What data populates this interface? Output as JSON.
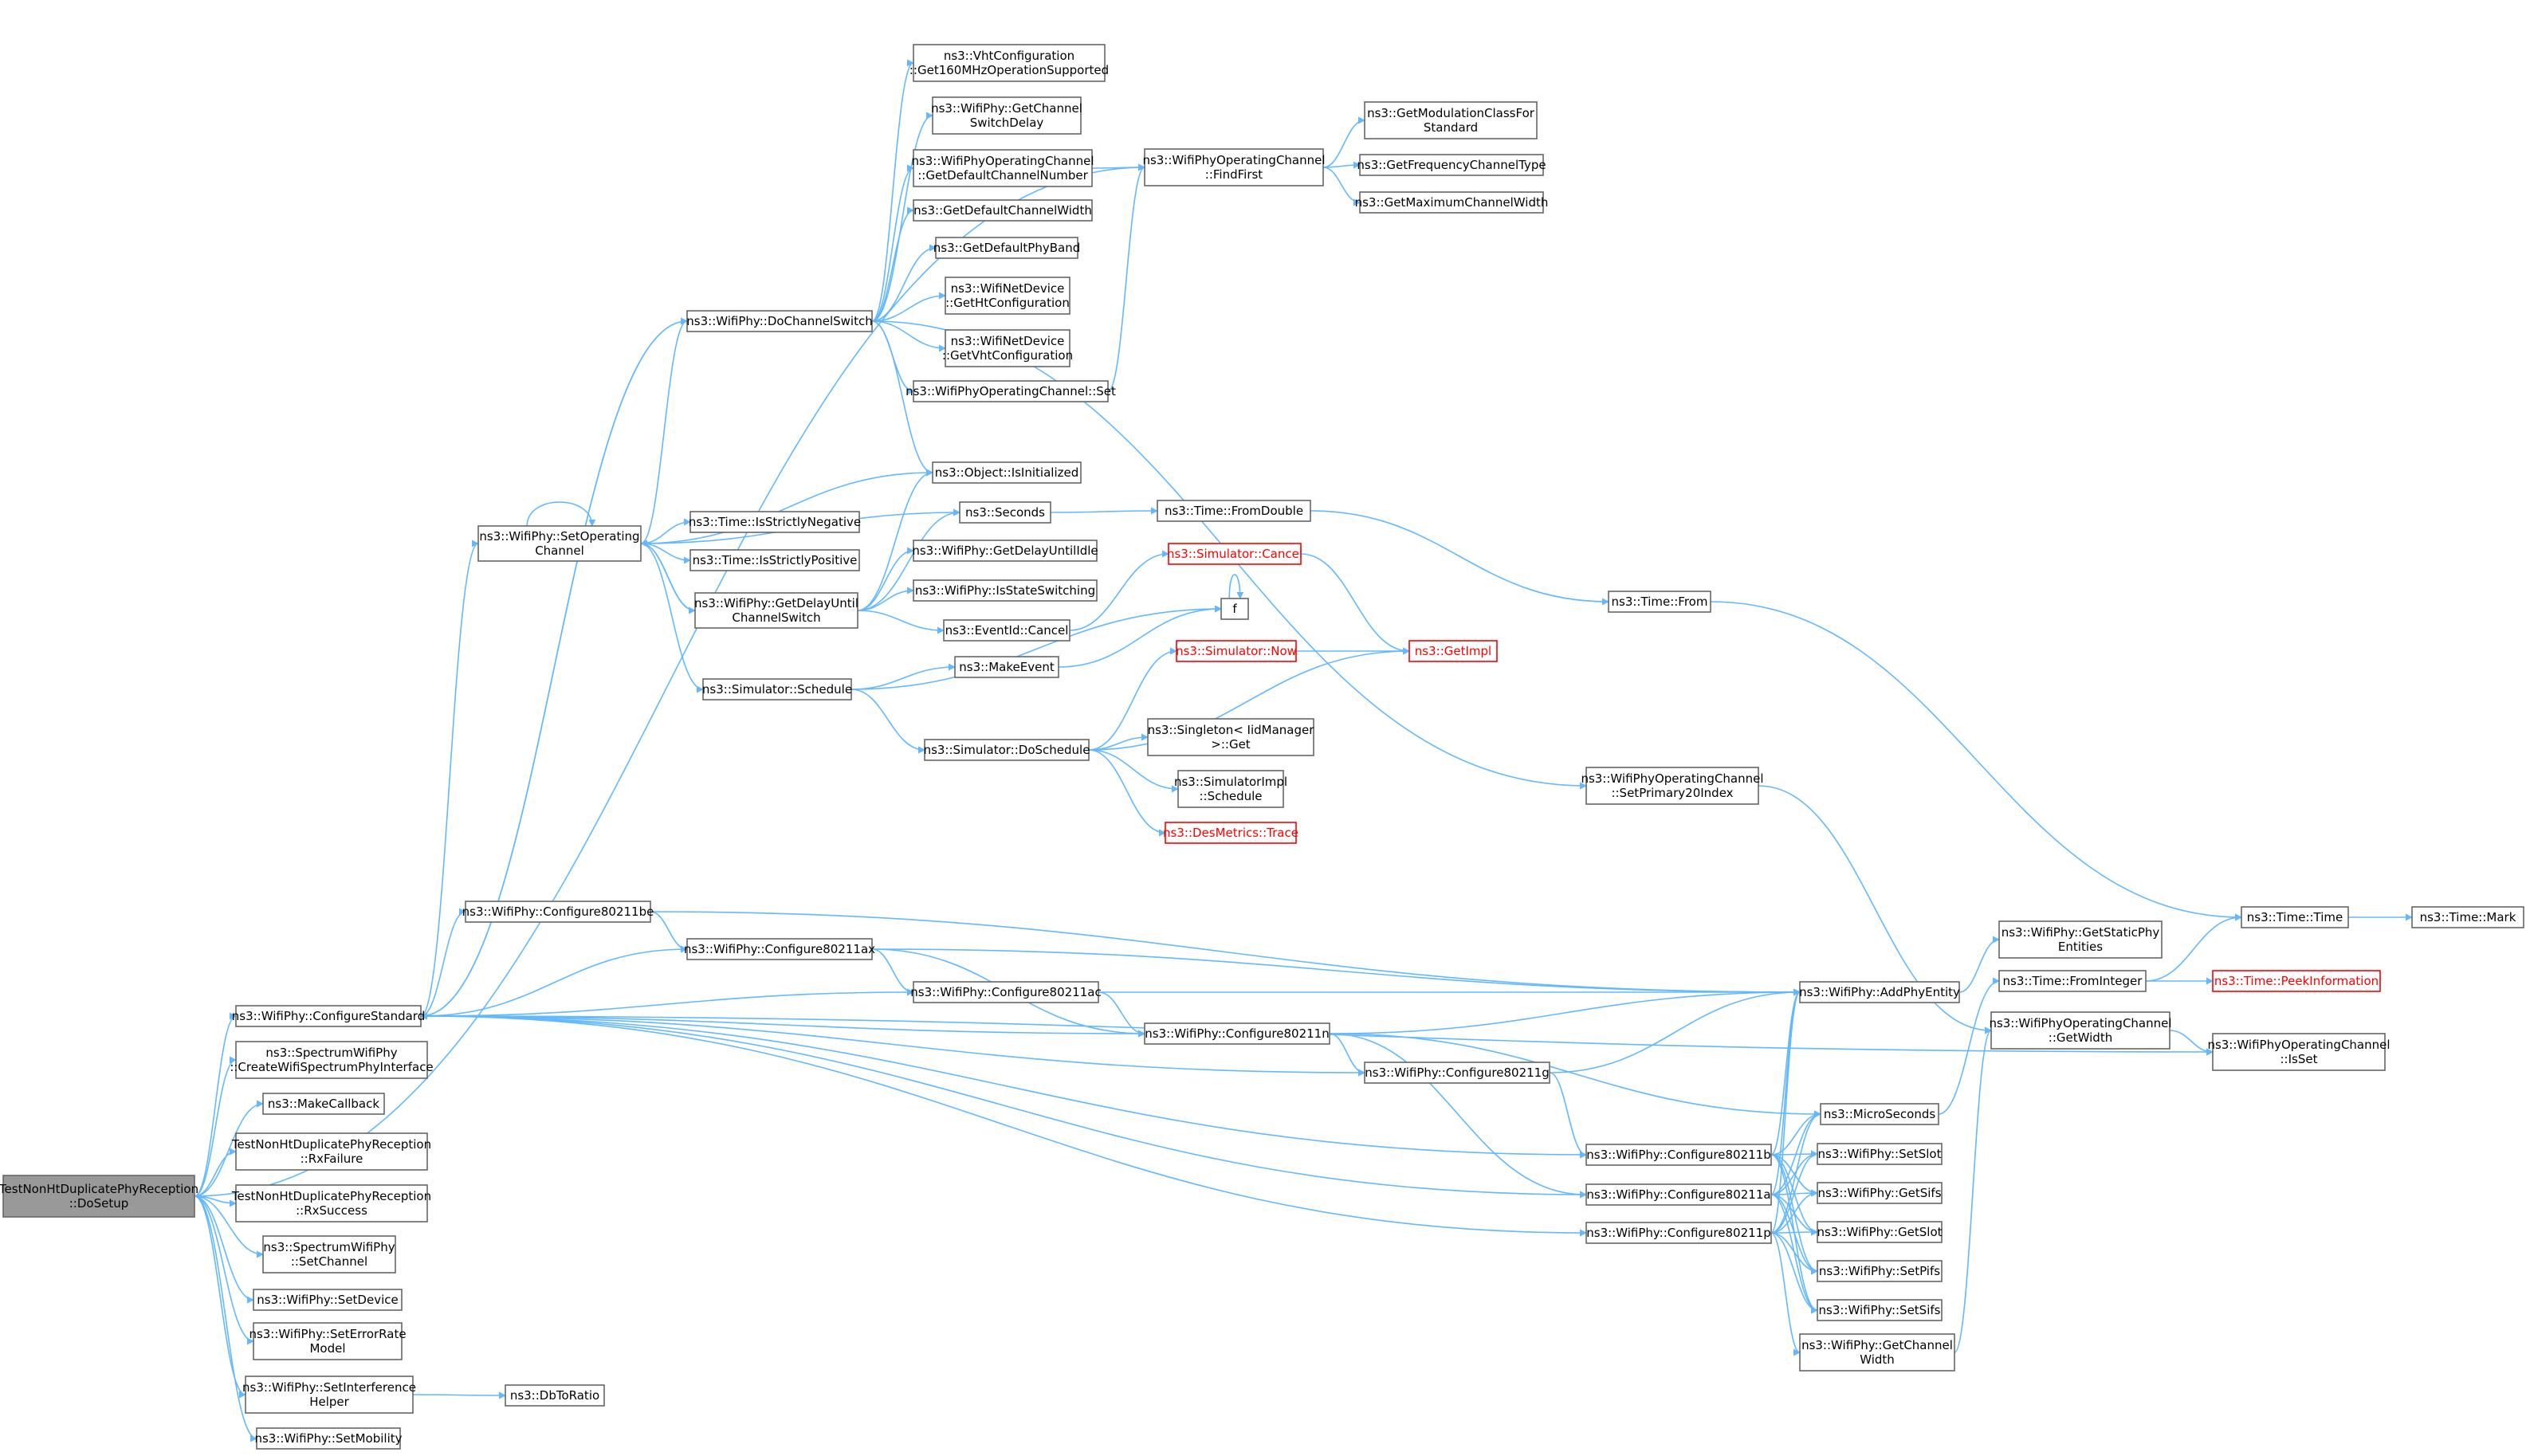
{
  "diagram": {
    "colors": {
      "edge": "#63b8ff",
      "node_border": "#666666",
      "node_fill": "#ffffff",
      "root_fill": "#999999",
      "missing_border": "#ff0000",
      "missing_text": "#ff0000"
    },
    "nodes": [
      {
        "id": "root",
        "lines": [
          "TestNonHtDuplicatePhyReception",
          "::DoSetup"
        ],
        "style": "root"
      },
      {
        "id": "configStd",
        "lines": [
          "ns3::WifiPhy::ConfigureStandard"
        ],
        "style": "normal"
      },
      {
        "id": "createIf",
        "lines": [
          "ns3::SpectrumWifiPhy",
          "::CreateWifiSpectrumPhyInterface"
        ],
        "style": "normal"
      },
      {
        "id": "makeCb",
        "lines": [
          "ns3::MakeCallback"
        ],
        "style": "normal"
      },
      {
        "id": "rxFail",
        "lines": [
          "TestNonHtDuplicatePhyReception",
          "::RxFailure"
        ],
        "style": "normal"
      },
      {
        "id": "rxSucc",
        "lines": [
          "TestNonHtDuplicatePhyReception",
          "::RxSuccess"
        ],
        "style": "normal"
      },
      {
        "id": "setChan",
        "lines": [
          "ns3::SpectrumWifiPhy",
          "::SetChannel"
        ],
        "style": "normal"
      },
      {
        "id": "setDev",
        "lines": [
          "ns3::WifiPhy::SetDevice"
        ],
        "style": "normal"
      },
      {
        "id": "setErr",
        "lines": [
          "ns3::WifiPhy::SetErrorRate",
          "Model"
        ],
        "style": "normal"
      },
      {
        "id": "setIntf",
        "lines": [
          "ns3::WifiPhy::SetInterference",
          "Helper"
        ],
        "style": "normal"
      },
      {
        "id": "setMob",
        "lines": [
          "ns3::WifiPhy::SetMobility"
        ],
        "style": "normal"
      },
      {
        "id": "dbToRatio",
        "lines": [
          "ns3::DbToRatio"
        ],
        "style": "normal"
      },
      {
        "id": "setOpCh",
        "lines": [
          "ns3::WifiPhy::SetOperating",
          "Channel"
        ],
        "style": "normal"
      },
      {
        "id": "c80211be",
        "lines": [
          "ns3::WifiPhy::Configure80211be"
        ],
        "style": "normal"
      },
      {
        "id": "c80211ax",
        "lines": [
          "ns3::WifiPhy::Configure80211ax"
        ],
        "style": "normal"
      },
      {
        "id": "c80211ac",
        "lines": [
          "ns3::WifiPhy::Configure80211ac"
        ],
        "style": "normal"
      },
      {
        "id": "c80211n",
        "lines": [
          "ns3::WifiPhy::Configure80211n"
        ],
        "style": "normal"
      },
      {
        "id": "c80211g",
        "lines": [
          "ns3::WifiPhy::Configure80211g"
        ],
        "style": "normal"
      },
      {
        "id": "c80211b",
        "lines": [
          "ns3::WifiPhy::Configure80211b"
        ],
        "style": "normal"
      },
      {
        "id": "c80211a",
        "lines": [
          "ns3::WifiPhy::Configure80211a"
        ],
        "style": "normal"
      },
      {
        "id": "c80211p",
        "lines": [
          "ns3::WifiPhy::Configure80211p"
        ],
        "style": "normal"
      },
      {
        "id": "doChSw",
        "lines": [
          "ns3::WifiPhy::DoChannelSwitch"
        ],
        "style": "normal"
      },
      {
        "id": "vht160",
        "lines": [
          "ns3::VhtConfiguration",
          "::Get160MHzOperationSupported"
        ],
        "style": "normal"
      },
      {
        "id": "getChSwDelay",
        "lines": [
          "ns3::WifiPhy::GetChannel",
          "SwitchDelay"
        ],
        "style": "normal"
      },
      {
        "id": "getDefChNum",
        "lines": [
          "ns3::WifiPhyOperatingChannel",
          "::GetDefaultChannelNumber"
        ],
        "style": "normal"
      },
      {
        "id": "getDefChW",
        "lines": [
          "ns3::GetDefaultChannelWidth"
        ],
        "style": "normal"
      },
      {
        "id": "getDefBand",
        "lines": [
          "ns3::GetDefaultPhyBand"
        ],
        "style": "normal"
      },
      {
        "id": "getHtCfg",
        "lines": [
          "ns3::WifiNetDevice",
          "::GetHtConfiguration"
        ],
        "style": "normal"
      },
      {
        "id": "getVhtCfg",
        "lines": [
          "ns3::WifiNetDevice",
          "::GetVhtConfiguration"
        ],
        "style": "normal"
      },
      {
        "id": "opChSet",
        "lines": [
          "ns3::WifiPhyOperatingChannel::Set"
        ],
        "style": "normal"
      },
      {
        "id": "isInit",
        "lines": [
          "ns3::Object::IsInitialized"
        ],
        "style": "normal"
      },
      {
        "id": "seconds",
        "lines": [
          "ns3::Seconds"
        ],
        "style": "normal"
      },
      {
        "id": "isNeg",
        "lines": [
          "ns3::Time::IsStrictlyNegative"
        ],
        "style": "normal"
      },
      {
        "id": "isPos",
        "lines": [
          "ns3::Time::IsStrictlyPositive"
        ],
        "style": "normal"
      },
      {
        "id": "getDelay",
        "lines": [
          "ns3::WifiPhy::GetDelayUntil",
          "ChannelSwitch"
        ],
        "style": "normal"
      },
      {
        "id": "getDelayIdle",
        "lines": [
          "ns3::WifiPhy::GetDelayUntilIdle"
        ],
        "style": "normal"
      },
      {
        "id": "isSwitching",
        "lines": [
          "ns3::WifiPhy::IsStateSwitching"
        ],
        "style": "normal"
      },
      {
        "id": "evCancel",
        "lines": [
          "ns3::EventId::Cancel"
        ],
        "style": "normal"
      },
      {
        "id": "schedule",
        "lines": [
          "ns3::Simulator::Schedule"
        ],
        "style": "normal"
      },
      {
        "id": "makeEvent",
        "lines": [
          "ns3::MakeEvent"
        ],
        "style": "normal"
      },
      {
        "id": "doSchedule",
        "lines": [
          "ns3::Simulator::DoSchedule"
        ],
        "style": "normal"
      },
      {
        "id": "findFirst",
        "lines": [
          "ns3::WifiPhyOperatingChannel",
          "::FindFirst"
        ],
        "style": "normal"
      },
      {
        "id": "getModClass",
        "lines": [
          "ns3::GetModulationClassFor",
          "Standard"
        ],
        "style": "normal"
      },
      {
        "id": "getFreqType",
        "lines": [
          "ns3::GetFrequencyChannelType"
        ],
        "style": "normal"
      },
      {
        "id": "getMaxW",
        "lines": [
          "ns3::GetMaximumChannelWidth"
        ],
        "style": "normal"
      },
      {
        "id": "fromDouble",
        "lines": [
          "ns3::Time::FromDouble"
        ],
        "style": "normal"
      },
      {
        "id": "simCancel",
        "lines": [
          "ns3::Simulator::Cancel"
        ],
        "style": "missing"
      },
      {
        "id": "f",
        "lines": [
          "f"
        ],
        "style": "normal"
      },
      {
        "id": "simNow",
        "lines": [
          "ns3::Simulator::Now"
        ],
        "style": "missing"
      },
      {
        "id": "getImpl",
        "lines": [
          "ns3::GetImpl"
        ],
        "style": "missing"
      },
      {
        "id": "timeFrom",
        "lines": [
          "ns3::Time::From"
        ],
        "style": "normal"
      },
      {
        "id": "singleton",
        "lines": [
          "ns3::Singleton< IidManager",
          " >::Get"
        ],
        "style": "normal"
      },
      {
        "id": "simImplSched",
        "lines": [
          "ns3::SimulatorImpl",
          "::Schedule"
        ],
        "style": "normal"
      },
      {
        "id": "desTrace",
        "lines": [
          "ns3::DesMetrics::Trace"
        ],
        "style": "missing"
      },
      {
        "id": "setPrim20",
        "lines": [
          "ns3::WifiPhyOperatingChannel",
          "::SetPrimary20Index"
        ],
        "style": "normal"
      },
      {
        "id": "addPhy",
        "lines": [
          "ns3::WifiPhy::AddPhyEntity"
        ],
        "style": "normal"
      },
      {
        "id": "getStaticPhy",
        "lines": [
          "ns3::WifiPhy::GetStaticPhy",
          "Entities"
        ],
        "style": "normal"
      },
      {
        "id": "fromInteger",
        "lines": [
          "ns3::Time::FromInteger"
        ],
        "style": "normal"
      },
      {
        "id": "opGetWidth",
        "lines": [
          "ns3::WifiPhyOperatingChannel",
          "::GetWidth"
        ],
        "style": "normal"
      },
      {
        "id": "isSet",
        "lines": [
          "ns3::WifiPhyOperatingChannel",
          "::IsSet"
        ],
        "style": "normal"
      },
      {
        "id": "timeTime",
        "lines": [
          "ns3::Time::Time"
        ],
        "style": "normal"
      },
      {
        "id": "timeMark",
        "lines": [
          "ns3::Time::Mark"
        ],
        "style": "normal"
      },
      {
        "id": "peekInfo",
        "lines": [
          "ns3::Time::PeekInformation"
        ],
        "style": "missing"
      },
      {
        "id": "micro",
        "lines": [
          "ns3::MicroSeconds"
        ],
        "style": "normal"
      },
      {
        "id": "setSlot",
        "lines": [
          "ns3::WifiPhy::SetSlot"
        ],
        "style": "normal"
      },
      {
        "id": "getSifs",
        "lines": [
          "ns3::WifiPhy::GetSifs"
        ],
        "style": "normal"
      },
      {
        "id": "getSlot",
        "lines": [
          "ns3::WifiPhy::GetSlot"
        ],
        "style": "normal"
      },
      {
        "id": "setPifs",
        "lines": [
          "ns3::WifiPhy::SetPifs"
        ],
        "style": "normal"
      },
      {
        "id": "setSifs",
        "lines": [
          "ns3::WifiPhy::SetSifs"
        ],
        "style": "normal"
      },
      {
        "id": "getChW",
        "lines": [
          "ns3::WifiPhy::GetChannel",
          "Width"
        ],
        "style": "normal"
      }
    ],
    "edges": [
      [
        "root",
        "configStd"
      ],
      [
        "root",
        "createIf"
      ],
      [
        "root",
        "makeCb"
      ],
      [
        "root",
        "rxFail"
      ],
      [
        "root",
        "rxSucc"
      ],
      [
        "root",
        "setChan"
      ],
      [
        "root",
        "setDev"
      ],
      [
        "root",
        "setErr"
      ],
      [
        "root",
        "setIntf"
      ],
      [
        "root",
        "setMob"
      ],
      [
        "root",
        "findFirst"
      ],
      [
        "setIntf",
        "dbToRatio"
      ],
      [
        "configStd",
        "setOpCh"
      ],
      [
        "configStd",
        "doChSw"
      ],
      [
        "configStd",
        "c80211be"
      ],
      [
        "configStd",
        "c80211ax"
      ],
      [
        "configStd",
        "c80211ac"
      ],
      [
        "configStd",
        "c80211n"
      ],
      [
        "configStd",
        "c80211g"
      ],
      [
        "configStd",
        "c80211b"
      ],
      [
        "configStd",
        "c80211a"
      ],
      [
        "configStd",
        "c80211p"
      ],
      [
        "configStd",
        "isSet"
      ],
      [
        "doChSw",
        "vht160"
      ],
      [
        "doChSw",
        "getChSwDelay"
      ],
      [
        "doChSw",
        "getDefChNum"
      ],
      [
        "doChSw",
        "getDefChW"
      ],
      [
        "doChSw",
        "getDefBand"
      ],
      [
        "doChSw",
        "getHtCfg"
      ],
      [
        "doChSw",
        "getVhtCfg"
      ],
      [
        "doChSw",
        "opChSet"
      ],
      [
        "doChSw",
        "isInit"
      ],
      [
        "doChSw",
        "setPrim20"
      ],
      [
        "doChSw",
        "configStd"
      ],
      [
        "getDefChNum",
        "findFirst"
      ],
      [
        "opChSet",
        "findFirst"
      ],
      [
        "findFirst",
        "getModClass"
      ],
      [
        "findFirst",
        "getFreqType"
      ],
      [
        "findFirst",
        "getMaxW"
      ],
      [
        "setOpCh",
        "setOpCh"
      ],
      [
        "setOpCh",
        "doChSw"
      ],
      [
        "setOpCh",
        "isInit"
      ],
      [
        "setOpCh",
        "seconds"
      ],
      [
        "setOpCh",
        "isNeg"
      ],
      [
        "setOpCh",
        "isPos"
      ],
      [
        "setOpCh",
        "getDelay"
      ],
      [
        "setOpCh",
        "schedule"
      ],
      [
        "getDelay",
        "isInit"
      ],
      [
        "getDelay",
        "seconds"
      ],
      [
        "getDelay",
        "getDelayIdle"
      ],
      [
        "getDelay",
        "isSwitching"
      ],
      [
        "getDelay",
        "evCancel"
      ],
      [
        "getDelay",
        "setOpCh"
      ],
      [
        "seconds",
        "fromDouble"
      ],
      [
        "fromDouble",
        "timeFrom"
      ],
      [
        "timeFrom",
        "timeTime"
      ],
      [
        "evCancel",
        "simCancel"
      ],
      [
        "simCancel",
        "getImpl"
      ],
      [
        "schedule",
        "makeEvent"
      ],
      [
        "schedule",
        "doSchedule"
      ],
      [
        "schedule",
        "f"
      ],
      [
        "makeEvent",
        "f"
      ],
      [
        "f",
        "f"
      ],
      [
        "doSchedule",
        "simNow"
      ],
      [
        "doSchedule",
        "getImpl"
      ],
      [
        "doSchedule",
        "singleton"
      ],
      [
        "doSchedule",
        "simImplSched"
      ],
      [
        "doSchedule",
        "desTrace"
      ],
      [
        "simNow",
        "getImpl"
      ],
      [
        "setPrim20",
        "opGetWidth"
      ],
      [
        "c80211be",
        "c80211ax"
      ],
      [
        "c80211be",
        "addPhy"
      ],
      [
        "c80211ax",
        "c80211ac"
      ],
      [
        "c80211ax",
        "c80211n"
      ],
      [
        "c80211ax",
        "addPhy"
      ],
      [
        "c80211ac",
        "c80211n"
      ],
      [
        "c80211ac",
        "addPhy"
      ],
      [
        "c80211n",
        "c80211g"
      ],
      [
        "c80211n",
        "addPhy"
      ],
      [
        "c80211n",
        "c80211a"
      ],
      [
        "c80211n",
        "micro"
      ],
      [
        "c80211g",
        "c80211b"
      ],
      [
        "c80211g",
        "addPhy"
      ],
      [
        "c80211b",
        "addPhy"
      ],
      [
        "c80211b",
        "micro"
      ],
      [
        "c80211b",
        "setSlot"
      ],
      [
        "c80211b",
        "getSifs"
      ],
      [
        "c80211b",
        "getSlot"
      ],
      [
        "c80211b",
        "setPifs"
      ],
      [
        "c80211b",
        "setSifs"
      ],
      [
        "c80211a",
        "addPhy"
      ],
      [
        "c80211a",
        "micro"
      ],
      [
        "c80211a",
        "setSlot"
      ],
      [
        "c80211a",
        "getSifs"
      ],
      [
        "c80211a",
        "getSlot"
      ],
      [
        "c80211a",
        "setPifs"
      ],
      [
        "c80211a",
        "setSifs"
      ],
      [
        "c80211p",
        "addPhy"
      ],
      [
        "c80211p",
        "micro"
      ],
      [
        "c80211p",
        "setSlot"
      ],
      [
        "c80211p",
        "getSifs"
      ],
      [
        "c80211p",
        "getSlot"
      ],
      [
        "c80211p",
        "setPifs"
      ],
      [
        "c80211p",
        "setSifs"
      ],
      [
        "c80211p",
        "getChW"
      ],
      [
        "addPhy",
        "getStaticPhy"
      ],
      [
        "micro",
        "fromInteger"
      ],
      [
        "fromInteger",
        "timeTime"
      ],
      [
        "fromInteger",
        "peekInfo"
      ],
      [
        "timeTime",
        "timeMark"
      ],
      [
        "getChW",
        "opGetWidth"
      ],
      [
        "opGetWidth",
        "isSet"
      ]
    ]
  }
}
